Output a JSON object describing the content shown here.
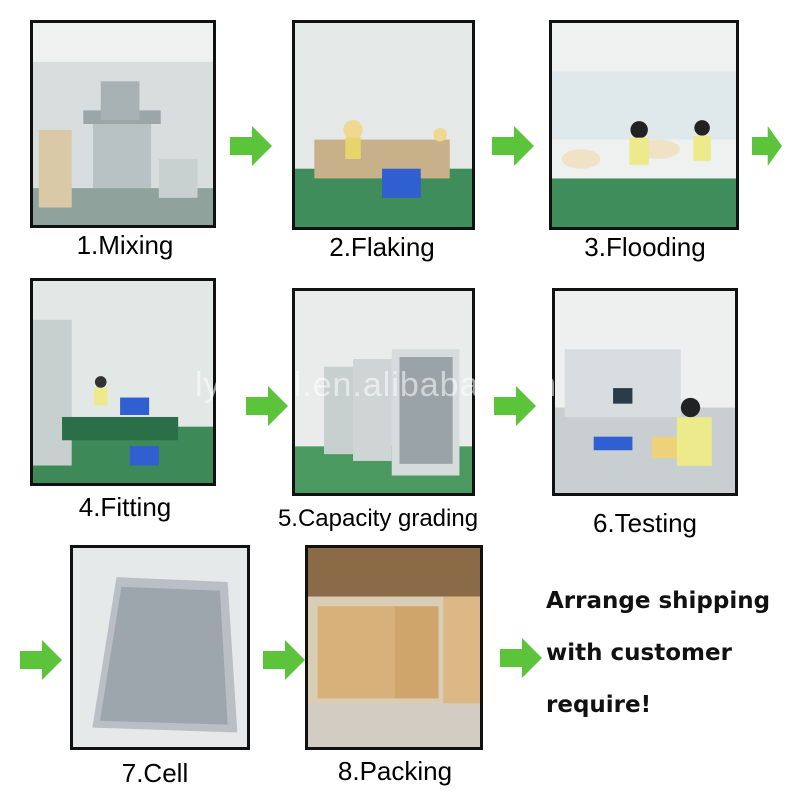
{
  "steps": [
    {
      "label": "1.Mixing"
    },
    {
      "label": "2.Flaking"
    },
    {
      "label": "3.Flooding"
    },
    {
      "label": "4.Fitting"
    },
    {
      "label": "5.Capacity grading"
    },
    {
      "label": "6.Testing"
    },
    {
      "label": "7.Cell"
    },
    {
      "label": "8.Packing"
    }
  ],
  "shipping": {
    "line1": "Arrange shipping",
    "line2": "with customer",
    "line3": "require!"
  },
  "watermark": "lywcell.en.alibaba.com",
  "colors": {
    "arrow": "#5cc43a",
    "border": "#111111"
  }
}
